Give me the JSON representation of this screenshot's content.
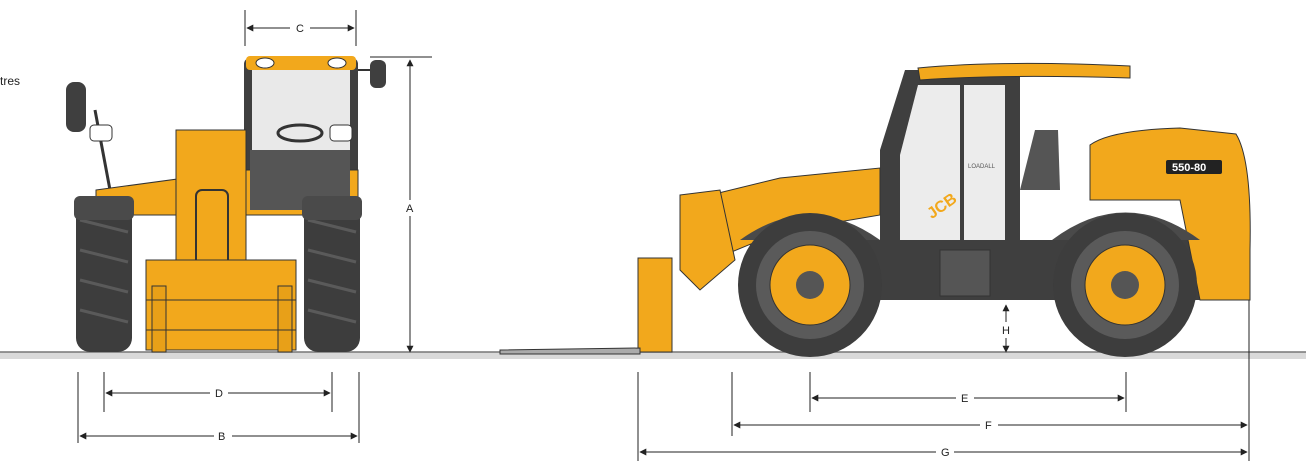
{
  "side_note": "tres",
  "dimensions": {
    "A": "A",
    "B": "B",
    "C": "C",
    "D": "D",
    "E": "E",
    "F": "F",
    "G": "G",
    "H": "H"
  },
  "machine": {
    "badge": "550-80",
    "brand": "JCB",
    "loadall": "LOADALL"
  },
  "colors": {
    "body_yellow": "#f2a81c",
    "dark_grey": "#4a4a4a",
    "tyre": "#3d3d3d",
    "ground": "#8a8a8a"
  }
}
